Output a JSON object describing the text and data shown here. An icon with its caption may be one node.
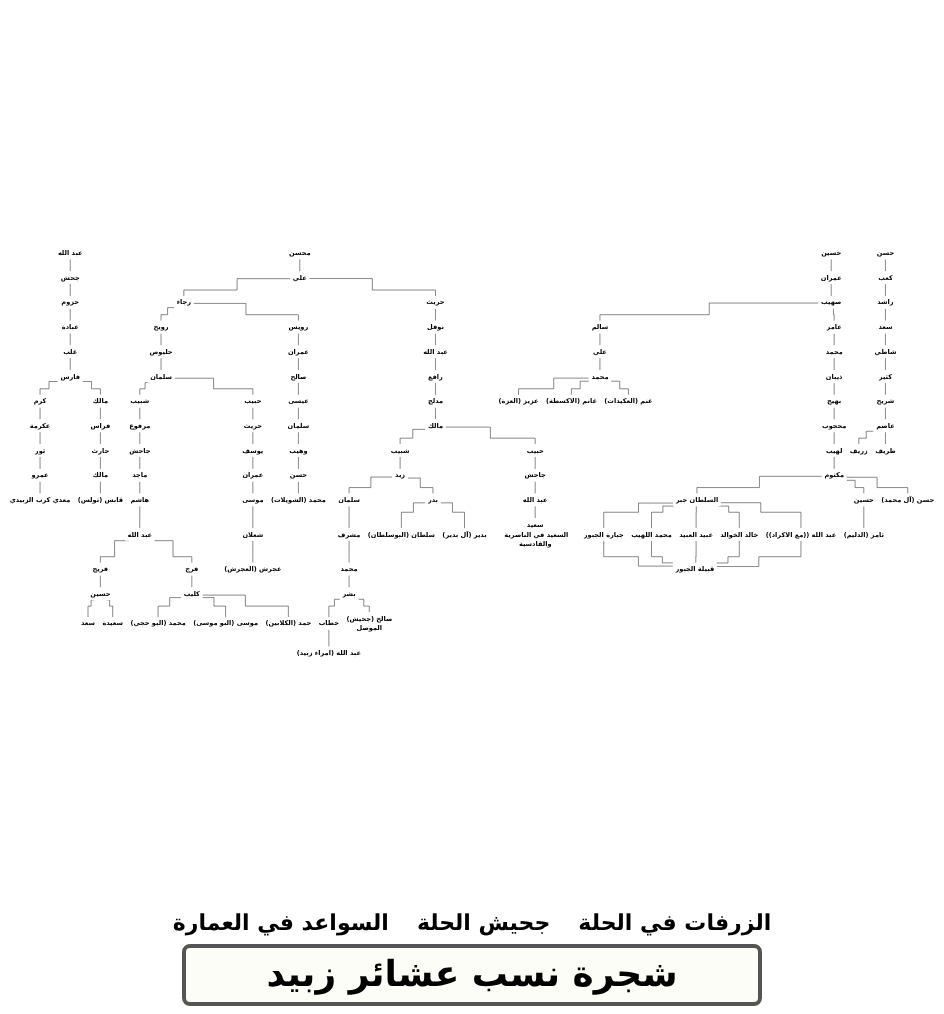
{
  "diagram": {
    "title": "شجرة نسب عشائر زبيد",
    "nodes": [
      {
        "text": [
          "عبد الله"
        ]
      },
      {
        "text": [
          "جحش"
        ]
      },
      {
        "text": [
          "حزوم"
        ]
      },
      {
        "text": [
          "عبادة"
        ]
      },
      {
        "text": [
          "غلب"
        ]
      },
      {
        "text": [
          "فارس"
        ]
      },
      {
        "text": [
          "كرم"
        ]
      },
      {
        "text": [
          "عكرمة"
        ]
      },
      {
        "text": [
          "ثور"
        ]
      },
      {
        "text": [
          "عمرو"
        ]
      },
      {
        "text": [
          "معدي كرب الزبيدي"
        ]
      },
      {
        "text": [
          "مالك"
        ]
      },
      {
        "text": [
          "فراس"
        ]
      },
      {
        "text": [
          "حارث"
        ]
      },
      {
        "text": [
          "مالك"
        ]
      },
      {
        "text": [
          "قابس (تولس)"
        ]
      },
      {
        "text": [
          "محسن"
        ]
      },
      {
        "text": [
          "علي"
        ]
      },
      {
        "text": [
          "رجاء"
        ]
      },
      {
        "text": [
          "رويح"
        ]
      },
      {
        "text": [
          "حليوص"
        ]
      },
      {
        "text": [
          "سلمان"
        ]
      },
      {
        "text": [
          "شبيب"
        ]
      },
      {
        "text": [
          "مرفوع"
        ]
      },
      {
        "text": [
          "جاحش"
        ]
      },
      {
        "text": [
          "ماجد"
        ]
      },
      {
        "text": [
          "هاشم"
        ]
      },
      {
        "text": [
          "عبد الله"
        ]
      },
      {
        "text": [
          "فريج"
        ]
      },
      {
        "text": [
          "حسين"
        ]
      },
      {
        "text": [
          "سعد"
        ]
      },
      {
        "text": [
          "سعيدة"
        ]
      },
      {
        "text": [
          "فرج"
        ]
      },
      {
        "text": [
          "كليب"
        ]
      },
      {
        "text": [
          "محمد (البو حجي)"
        ]
      },
      {
        "text": [
          "موسى (البو موسى)"
        ]
      },
      {
        "text": [
          "حمد (الكلابين)"
        ]
      },
      {
        "text": [
          "حبيب"
        ]
      },
      {
        "text": [
          "حريث"
        ]
      },
      {
        "text": [
          "يوسف"
        ]
      },
      {
        "text": [
          "عمران"
        ]
      },
      {
        "text": [
          "موسى"
        ]
      },
      {
        "text": [
          "شعلان"
        ]
      },
      {
        "text": [
          "عجرش (العجرش)"
        ]
      },
      {
        "text": [
          "رويس"
        ]
      },
      {
        "text": [
          "عمران"
        ]
      },
      {
        "text": [
          "صالح"
        ]
      },
      {
        "text": [
          "عيسى"
        ]
      },
      {
        "text": [
          "سلمان"
        ]
      },
      {
        "text": [
          "وهيب"
        ]
      },
      {
        "text": [
          "حسن"
        ]
      },
      {
        "text": [
          "محمد (الشويلات)"
        ]
      },
      {
        "text": [
          "حريث"
        ]
      },
      {
        "text": [
          "نوفل"
        ]
      },
      {
        "text": [
          "عبد الله"
        ]
      },
      {
        "text": [
          "رافع"
        ]
      },
      {
        "text": [
          "مدلج"
        ]
      },
      {
        "text": [
          "مالك"
        ]
      },
      {
        "text": [
          "شبيب"
        ]
      },
      {
        "text": [
          "زيد"
        ]
      },
      {
        "text": [
          "سلمان"
        ]
      },
      {
        "text": [
          "مشرف"
        ]
      },
      {
        "text": [
          "محمد"
        ]
      },
      {
        "text": [
          "بشر"
        ]
      },
      {
        "text": [
          "حطاب"
        ]
      },
      {
        "text": [
          "عبد الله (امراء زبيد)"
        ]
      },
      {
        "text": [
          "صالح (جحيش)",
          "الموصل"
        ]
      },
      {
        "text": [
          "بدر"
        ]
      },
      {
        "text": [
          "سلطان (البوسلطان)"
        ]
      },
      {
        "text": [
          "بدير (آل بدير)"
        ]
      },
      {
        "text": [
          "حبيب"
        ]
      },
      {
        "text": [
          "جاحش"
        ]
      },
      {
        "text": [
          "عبد الله"
        ]
      },
      {
        "text": [
          "سعيد",
          "السعيد في الناصرية والقادسية"
        ]
      },
      {
        "text": [
          "حسين"
        ]
      },
      {
        "text": [
          "عمران"
        ]
      },
      {
        "text": [
          "صهيب"
        ]
      },
      {
        "text": [
          "سالم"
        ]
      },
      {
        "text": [
          "علي"
        ]
      },
      {
        "text": [
          "محمد"
        ]
      },
      {
        "text": [
          "عزيز (العزة)"
        ]
      },
      {
        "text": [
          "غانم (الاكسطة)"
        ]
      },
      {
        "text": [
          "غنم (العكيدات)"
        ]
      },
      {
        "text": [
          "عامر"
        ]
      },
      {
        "text": [
          "محمد"
        ]
      },
      {
        "text": [
          "ذيبان"
        ]
      },
      {
        "text": [
          "بهيج"
        ]
      },
      {
        "text": [
          "محجوب"
        ]
      },
      {
        "text": [
          "لهيب"
        ]
      },
      {
        "text": [
          "مكتوم"
        ]
      },
      {
        "text": [
          "السلطان جبر"
        ]
      },
      {
        "text": [
          "جبارة الجبور"
        ]
      },
      {
        "text": [
          "محمد اللهيب"
        ]
      },
      {
        "text": [
          "عبيد العبيد"
        ]
      },
      {
        "text": [
          "خالد الخوالد"
        ]
      },
      {
        "text": [
          "عبد الله ((مع الاكراد))"
        ]
      },
      {
        "text": [
          "قبيلة الجبور"
        ]
      },
      {
        "text": [
          "حسين"
        ]
      },
      {
        "text": [
          "ثامر (الدليم)"
        ]
      },
      {
        "text": [
          "حسن (آل محمد)"
        ]
      },
      {
        "text": [
          "حسن"
        ]
      },
      {
        "text": [
          "كعب"
        ]
      },
      {
        "text": [
          "راشد"
        ]
      },
      {
        "text": [
          "سعد"
        ]
      },
      {
        "text": [
          "شاطي"
        ]
      },
      {
        "text": [
          "كثير"
        ]
      },
      {
        "text": [
          "شريح"
        ]
      },
      {
        "text": [
          "عاصم"
        ]
      },
      {
        "text": [
          "زريف"
        ]
      },
      {
        "text": [
          "ظريف"
        ]
      }
    ],
    "edges": [
      {
        "from": 0,
        "to": 1,
        "arrow": "none"
      },
      {
        "from": 1,
        "to": 2,
        "arrow": "none"
      },
      {
        "from": 2,
        "to": 3,
        "arrow": "none"
      },
      {
        "from": 3,
        "to": 4,
        "arrow": "none"
      },
      {
        "from": 4,
        "to": 5,
        "arrow": "none"
      },
      {
        "from": 5,
        "to": 6,
        "arrow": "none"
      },
      {
        "from": 6,
        "to": 7,
        "arrow": "none"
      },
      {
        "from": 7,
        "to": 8,
        "arrow": "none"
      },
      {
        "from": 8,
        "to": 9,
        "arrow": "none"
      },
      {
        "from": 9,
        "to": 10,
        "arrow": "none"
      },
      {
        "from": 5,
        "to": 11,
        "arrow": "none"
      },
      {
        "from": 11,
        "to": 12,
        "arrow": "none"
      },
      {
        "from": 12,
        "to": 13,
        "arrow": "none"
      },
      {
        "from": 13,
        "to": 14,
        "arrow": "none"
      },
      {
        "from": 14,
        "to": 15,
        "arrow": "none"
      },
      {
        "from": 16,
        "to": 17,
        "arrow": "none"
      },
      {
        "from": 17,
        "to": 18,
        "arrow": "none"
      },
      {
        "from": 17,
        "to": 52,
        "arrow": "none"
      },
      {
        "from": 18,
        "to": 19,
        "arrow": "none"
      },
      {
        "from": 18,
        "to": 44,
        "arrow": "none"
      },
      {
        "from": 19,
        "to": 20,
        "arrow": "none"
      },
      {
        "from": 20,
        "to": 21,
        "arrow": "none"
      },
      {
        "from": 21,
        "to": 22,
        "arrow": "none"
      },
      {
        "from": 21,
        "to": 37,
        "arrow": "none"
      },
      {
        "from": 22,
        "to": 23,
        "arrow": "none"
      },
      {
        "from": 23,
        "to": 24,
        "arrow": "none"
      },
      {
        "from": 24,
        "to": 25,
        "arrow": "none"
      },
      {
        "from": 25,
        "to": 26,
        "arrow": "none"
      },
      {
        "from": 26,
        "to": 27,
        "arrow": "none"
      },
      {
        "from": 27,
        "to": 28,
        "arrow": "none"
      },
      {
        "from": 27,
        "to": 32,
        "arrow": "none"
      },
      {
        "from": 28,
        "to": 29,
        "arrow": "none"
      },
      {
        "from": 29,
        "to": 30,
        "arrow": "none"
      },
      {
        "from": 29,
        "to": 31,
        "arrow": "none"
      },
      {
        "from": 32,
        "to": 33,
        "arrow": "none"
      },
      {
        "from": 33,
        "to": 34,
        "arrow": "none"
      },
      {
        "from": 33,
        "to": 35,
        "arrow": "none"
      },
      {
        "from": 33,
        "to": 36,
        "arrow": "none"
      },
      {
        "from": 37,
        "to": 38,
        "arrow": "none"
      },
      {
        "from": 38,
        "to": 39,
        "arrow": "none"
      },
      {
        "from": 39,
        "to": 40,
        "arrow": "none"
      },
      {
        "from": 40,
        "to": 41,
        "arrow": "none"
      },
      {
        "from": 41,
        "to": 42,
        "arrow": "none"
      },
      {
        "from": 42,
        "to": 43,
        "arrow": "none"
      },
      {
        "from": 44,
        "to": 45,
        "arrow": "none"
      },
      {
        "from": 45,
        "to": 46,
        "arrow": "none"
      },
      {
        "from": 46,
        "to": 47,
        "arrow": "none"
      },
      {
        "from": 47,
        "to": 48,
        "arrow": "none"
      },
      {
        "from": 48,
        "to": 49,
        "arrow": "none"
      },
      {
        "from": 49,
        "to": 50,
        "arrow": "none"
      },
      {
        "from": 50,
        "to": 51,
        "arrow": "none"
      },
      {
        "from": 52,
        "to": 53,
        "arrow": "none"
      },
      {
        "from": 53,
        "to": 54,
        "arrow": "none"
      },
      {
        "from": 54,
        "to": 55,
        "arrow": "none"
      },
      {
        "from": 55,
        "to": 56,
        "arrow": "none"
      },
      {
        "from": 56,
        "to": 57,
        "arrow": "none"
      },
      {
        "from": 57,
        "to": 58,
        "arrow": "none"
      },
      {
        "from": 57,
        "to": 70,
        "arrow": "none"
      },
      {
        "from": 58,
        "to": 59,
        "arrow": "none"
      },
      {
        "from": 59,
        "to": 60,
        "arrow": "none"
      },
      {
        "from": 59,
        "to": 67,
        "arrow": "none"
      },
      {
        "from": 60,
        "to": 61,
        "arrow": "none"
      },
      {
        "from": 61,
        "to": 62,
        "arrow": "none"
      },
      {
        "from": 62,
        "to": 63,
        "arrow": "none"
      },
      {
        "from": 63,
        "to": 64,
        "arrow": "none"
      },
      {
        "from": 63,
        "to": 66,
        "arrow": "none"
      },
      {
        "from": 64,
        "to": 65,
        "arrow": "none"
      },
      {
        "from": 67,
        "to": 68,
        "arrow": "none"
      },
      {
        "from": 67,
        "to": 69,
        "arrow": "none"
      },
      {
        "from": 70,
        "to": 71,
        "arrow": "none"
      },
      {
        "from": 71,
        "to": 72,
        "arrow": "none"
      },
      {
        "from": 72,
        "to": 73,
        "arrow": "none"
      },
      {
        "from": 74,
        "to": 75,
        "arrow": "none"
      },
      {
        "from": 75,
        "to": 76,
        "arrow": "none"
      },
      {
        "from": 76,
        "to": 77,
        "arrow": "none"
      },
      {
        "from": 76,
        "to": 83,
        "arrow": "none"
      },
      {
        "from": 77,
        "to": 78,
        "arrow": "none"
      },
      {
        "from": 78,
        "to": 79,
        "arrow": "none"
      },
      {
        "from": 79,
        "to": 80,
        "arrow": "none"
      },
      {
        "from": 79,
        "to": 81,
        "arrow": "none"
      },
      {
        "from": 79,
        "to": 82,
        "arrow": "none"
      },
      {
        "from": 83,
        "to": 84,
        "arrow": "none"
      },
      {
        "from": 84,
        "to": 85,
        "arrow": "none"
      },
      {
        "from": 85,
        "to": 86,
        "arrow": "none"
      },
      {
        "from": 86,
        "to": 87,
        "arrow": "none"
      },
      {
        "from": 87,
        "to": 88,
        "arrow": "none"
      },
      {
        "from": 88,
        "to": 89,
        "arrow": "none"
      },
      {
        "from": 89,
        "to": 90,
        "arrow": "none"
      },
      {
        "from": 89,
        "to": 97,
        "arrow": "none"
      },
      {
        "from": 89,
        "to": 99,
        "arrow": "none"
      },
      {
        "from": 90,
        "to": 91,
        "arrow": "none"
      },
      {
        "from": 90,
        "to": 92,
        "arrow": "none"
      },
      {
        "from": 90,
        "to": 93,
        "arrow": "none"
      },
      {
        "from": 90,
        "to": 94,
        "arrow": "none"
      },
      {
        "from": 90,
        "to": 95,
        "arrow": "none"
      },
      {
        "from": 91,
        "to": 96,
        "arrow": "none"
      },
      {
        "from": 92,
        "to": 96,
        "arrow": "none"
      },
      {
        "from": 93,
        "to": 96,
        "arrow": "none"
      },
      {
        "from": 94,
        "to": 96,
        "arrow": "none"
      },
      {
        "from": 95,
        "to": 96,
        "arrow": "none"
      },
      {
        "from": 97,
        "to": 98,
        "arrow": "none"
      },
      {
        "from": 100,
        "to": 101,
        "arrow": "none"
      },
      {
        "from": 101,
        "to": 102,
        "arrow": "none"
      },
      {
        "from": 102,
        "to": 103,
        "arrow": "none"
      },
      {
        "from": 103,
        "to": 104,
        "arrow": "none"
      },
      {
        "from": 104,
        "to": 105,
        "arrow": "none"
      },
      {
        "from": 105,
        "to": 106,
        "arrow": "none"
      },
      {
        "from": 106,
        "to": 107,
        "arrow": "none"
      },
      {
        "from": 107,
        "to": 108,
        "arrow": "none"
      },
      {
        "from": 107,
        "to": 109,
        "arrow": "none"
      }
    ],
    "labels": [
      "الزرفات في الحلة",
      "جحيش الحلة",
      "السواعد في العمارة"
    ]
  }
}
